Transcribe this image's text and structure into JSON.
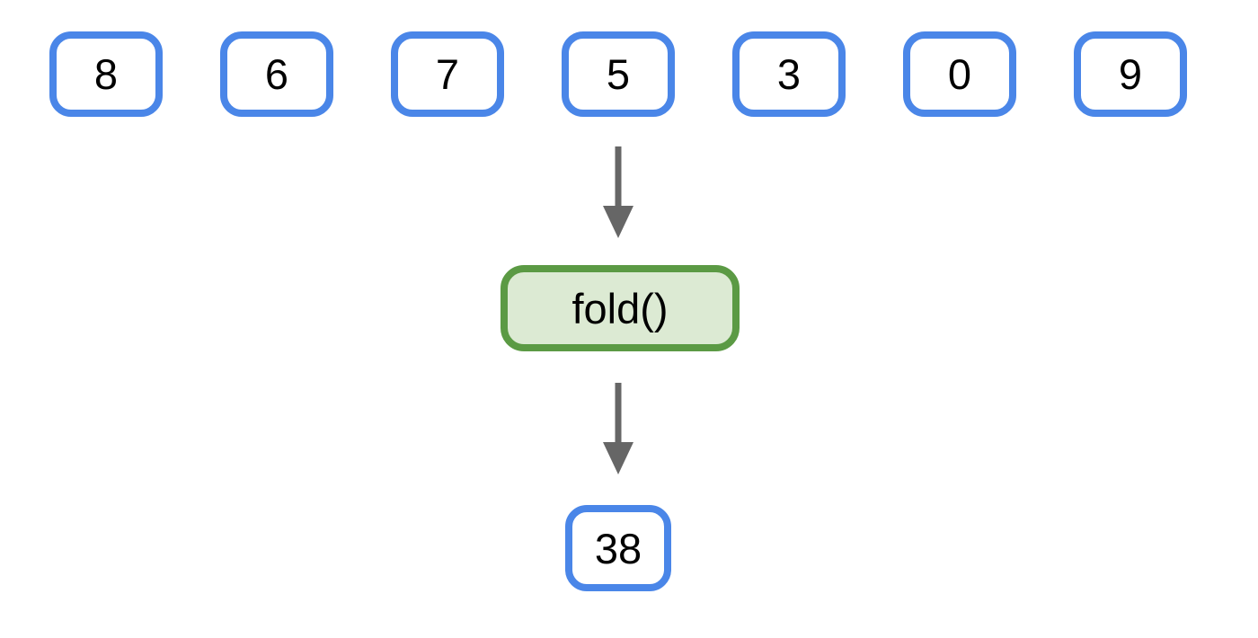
{
  "diagram": {
    "input_values": [
      "8",
      "6",
      "7",
      "5",
      "3",
      "0",
      "9"
    ],
    "operation": {
      "label": "fold()"
    },
    "result": {
      "value": "38"
    },
    "icons": {
      "arrow_top": "down-arrow-icon",
      "arrow_bottom": "down-arrow-icon"
    }
  },
  "colors": {
    "box_border_blue": "#4A86E8",
    "operation_border_green": "#5B9A44",
    "operation_fill_green": "#DCEAD3",
    "arrow_gray": "#666666",
    "text_black": "#000000",
    "background_white": "#FFFFFF"
  }
}
